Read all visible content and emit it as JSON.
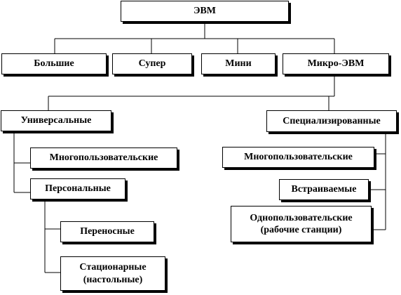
{
  "diagram": {
    "root": "ЭВМ",
    "level1": {
      "large": "Большие",
      "super": "Супер",
      "mini": "Мини",
      "micro": "Микро-ЭВМ"
    },
    "micro_children": {
      "universal": "Универсальные",
      "specialized": "Специализированные"
    },
    "universal_children": {
      "multi_user": "Многопользовательские",
      "personal": "Персональные"
    },
    "personal_children": {
      "portable": "Переносные",
      "stationary_line1": "Стационарные",
      "stationary_line2": "(настольные)"
    },
    "specialized_children": {
      "multi_user": "Многопользовательские",
      "embedded": "Встраиваемые",
      "single_user_line1": "Однопользовательские",
      "single_user_line2": "(рабочие станции)"
    }
  }
}
